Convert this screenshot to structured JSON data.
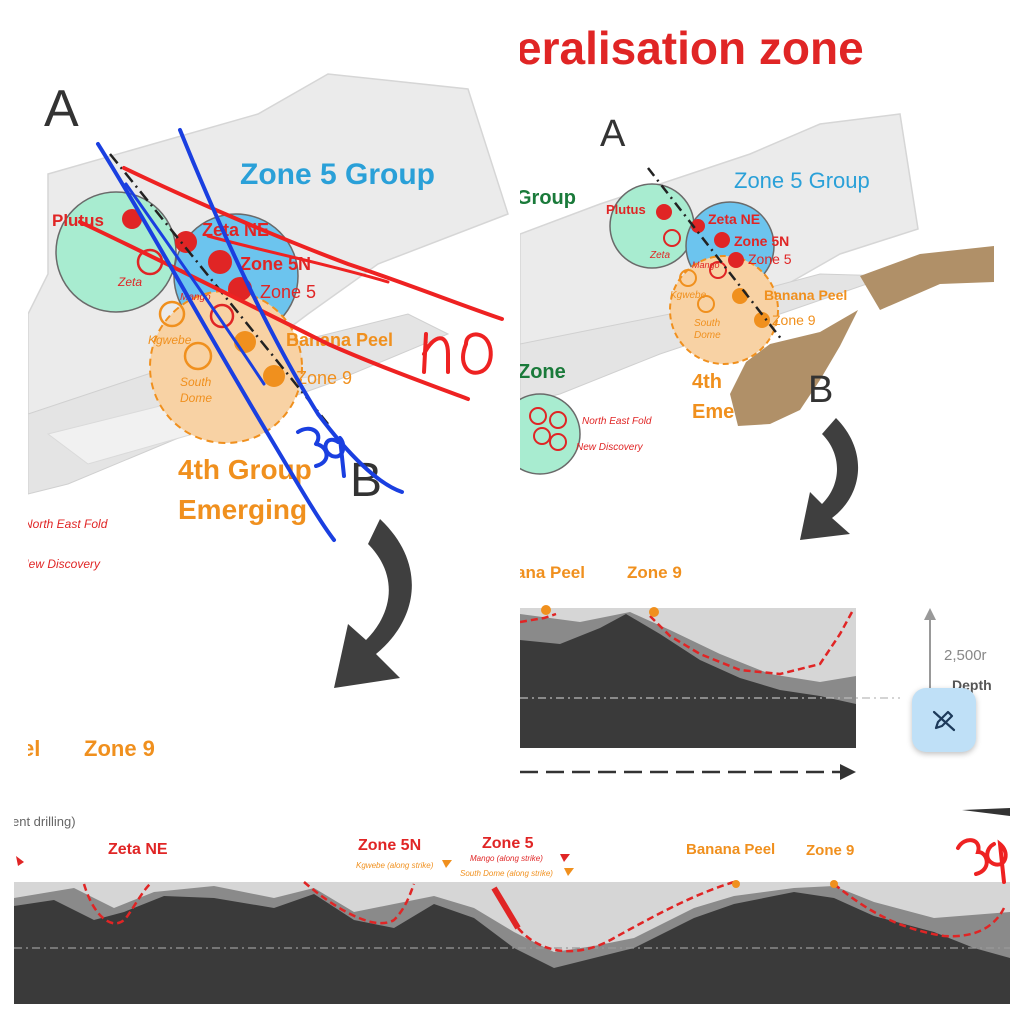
{
  "panel1": {
    "label_a": "A",
    "label_b": "B",
    "zone5_group": "Zone 5 Group",
    "plutus": "Plutus",
    "zeta": "Zeta",
    "zeta_ne": "Zeta NE",
    "zone_5n": "Zone 5N",
    "zone_5": "Zone 5",
    "mango": "Mango",
    "banana_peel": "Banana Peel",
    "zone_9": "Zone 9",
    "kgwebe": "Kgwebe",
    "south": "South",
    "dome": "Dome",
    "group4_line1": "4th Group",
    "group4_line2": "Emerging",
    "north_east_fold": "North East Fold",
    "new_discovery": "New Discovery",
    "bottom_peel": "el",
    "bottom_zone9": "Zone 9",
    "handwritten_40": "40",
    "handwritten_39": "39"
  },
  "panel2": {
    "title": "eralisation zone",
    "label_a": "A",
    "label_b": "B",
    "group_partial": "Group",
    "zone5_group": "Zone 5 Group",
    "plutus": "Plutus",
    "zeta": "Zeta",
    "zeta_ne": "Zeta NE",
    "zone_5n": "Zone 5N",
    "zone_5": "Zone 5",
    "mango": "Mango",
    "banana_peel": "Banana Peel",
    "zone_9": "Zone 9",
    "kgwebe": "Kgwebe",
    "south": "South",
    "dome": "Dome",
    "group4_line1": "4th",
    "group4_line2": "Eme",
    "zone_partial": "Zone",
    "north_east_fold": "North East Fold",
    "new_discovery": "New Discovery",
    "section_banana": "ana Peel",
    "section_zone9": "Zone 9",
    "depth_value": "2,500r",
    "depth_label": "Depth"
  },
  "panel3": {
    "header": "ent drilling)",
    "zeta_ne": "Zeta NE",
    "zone_5n": "Zone 5N",
    "zone_5": "Zone 5",
    "kgwebe_strike": "Kgwebe (along strike)",
    "mango_strike": "Mango (along strike)",
    "south_dome_strike": "South Dome (along strike)",
    "banana_peel": "Banana Peel",
    "zone_9": "Zone 9",
    "handwritten_39": "39"
  },
  "colors": {
    "red": "#e02525",
    "blue_text": "#2aa0d8",
    "orange": "#f0901e",
    "green_circle": "#a8ecd0",
    "blue_circle": "#6cc4ee",
    "orange_circle": "#f8d2a4",
    "pen_blue": "#1a3fe0",
    "pen_red": "#ee2222",
    "dark_section": "#3a3a3a",
    "grey_section": "#8a8a8a",
    "light_section": "#d6d6d6",
    "tan_area": "#b09068"
  },
  "icons": {
    "fab": "pen-off-icon",
    "arrow_p1": "curved-arrow-down-left",
    "arrow_p2": "curved-arrow-down-left"
  }
}
